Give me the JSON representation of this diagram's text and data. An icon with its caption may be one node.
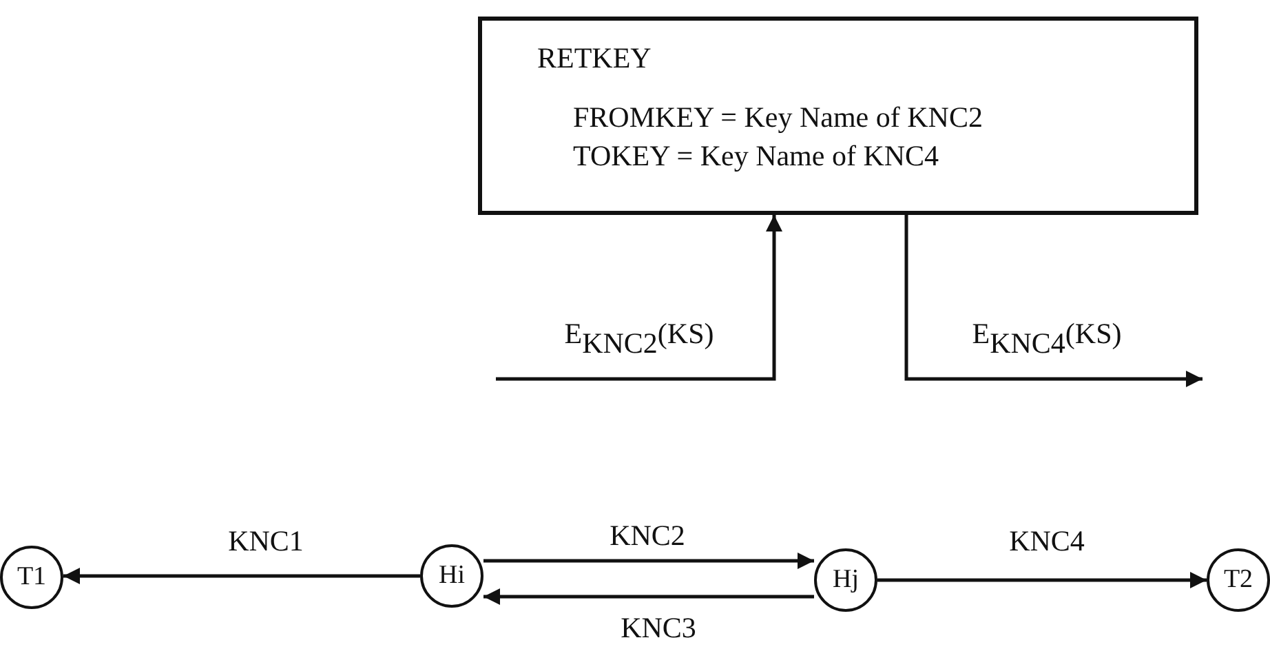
{
  "diagram": {
    "nodes": [
      {
        "text": [
          "RETKEY",
          "FROMKEY = Key Name of KNC2",
          "TOKEY = Key Name of KNC4"
        ]
      },
      {
        "text": [
          "T1"
        ]
      },
      {
        "text": [
          "Hi"
        ]
      },
      {
        "text": [
          "Hj"
        ]
      },
      {
        "text": [
          "T2"
        ]
      }
    ],
    "edges": [
      {
        "from": null,
        "to": 0,
        "arrow": "to",
        "label": "E$_{KNC2}$(KS)"
      },
      {
        "from": 0,
        "to": null,
        "arrow": "to",
        "label": "E$_{KNC4}$(KS)"
      },
      {
        "from": 2,
        "to": 1,
        "arrow": "to",
        "label": "KNC1"
      },
      {
        "from": 2,
        "to": 3,
        "arrow": "to",
        "label": "KNC2"
      },
      {
        "from": 3,
        "to": 2,
        "arrow": "to",
        "label": "KNC3"
      },
      {
        "from": 3,
        "to": 4,
        "arrow": "to",
        "label": "KNC4"
      }
    ]
  }
}
